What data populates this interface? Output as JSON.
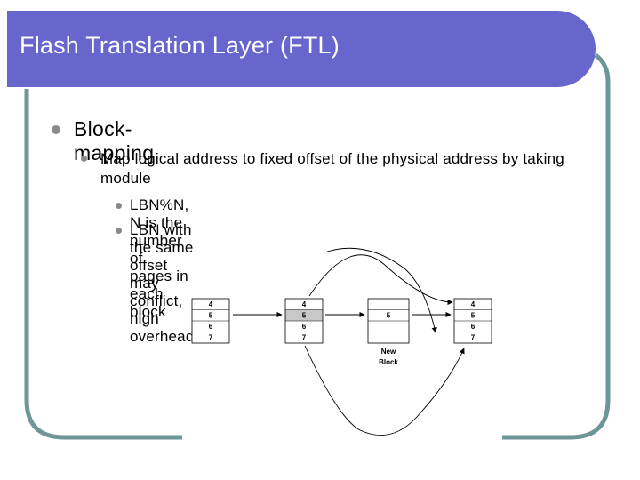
{
  "slide": {
    "title": "Flash Translation Layer (FTL)",
    "bullet1": "Block-mapping",
    "bullet2": "Map logical address to fixed offset of the physical address by taking module",
    "bullet3": "LBN%N, N is the number of pages in each block",
    "bullet4": "LBN with the same offset may conflict, high overhead"
  },
  "diagram": {
    "block_a": [
      "4",
      "5",
      "6",
      "7"
    ],
    "block_b": [
      "4",
      "5",
      "6",
      "7"
    ],
    "new_block_cell": "5",
    "new_block_label_1": "New",
    "new_block_label_2": "Block",
    "block_d": [
      "4",
      "5",
      "6",
      "7"
    ]
  },
  "colors": {
    "title_bar": "#6666cc",
    "frame": "#6e9696",
    "highlight_cell": "#c8c8c8"
  }
}
